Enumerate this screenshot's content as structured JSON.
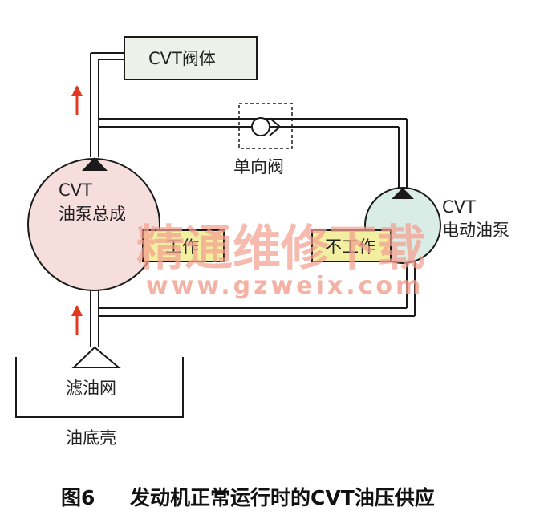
{
  "labels": {
    "valve_body": "CVT阀体",
    "check_valve": "单向阀",
    "main_pump": [
      "CVT",
      "油泵总成"
    ],
    "electric_pump": [
      "CVT",
      "电动油泵"
    ],
    "state_working": "工作",
    "state_not_working": "不工作",
    "filter": "滤油网",
    "oil_pan": "油底壳"
  },
  "caption": {
    "figure_no": "图6",
    "text": "发动机正常运行时的CVT油压供应"
  },
  "watermark": {
    "site_name": "精通维修下载",
    "url": "www.gzweix.com"
  },
  "colors": {
    "pipe": "#1a1a1a",
    "main_pump_fill": "#f6dedd",
    "electric_pump_fill": "#d9ede6",
    "valve_body_fill": "#eef1ea",
    "state_box_fill": "#f2efa0",
    "flow_arrow": "#e0391f",
    "watermark": "#f2a08f"
  }
}
